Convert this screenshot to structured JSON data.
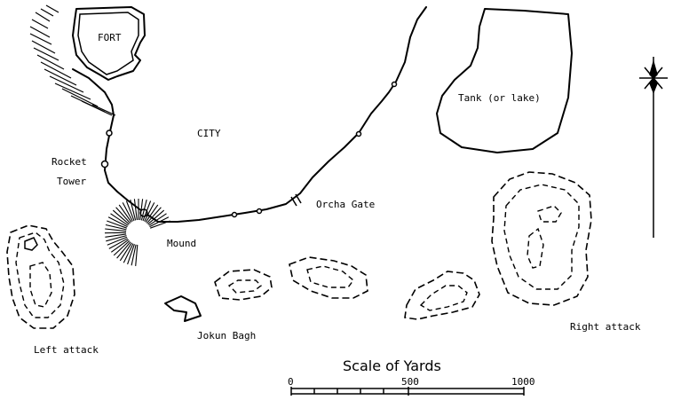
{
  "labels": {
    "fort": "FORT",
    "city": "CITY",
    "tank": "Tank (or lake)",
    "rocket": "Rocket",
    "tower": "Tower",
    "orcha_gate": "Orcha Gate",
    "mound": "Mound",
    "left_attack": "Left attack",
    "jokun_bagh": "Jokun Bagh",
    "right_attack": "Right attack"
  },
  "scale": {
    "title": "Scale of Yards",
    "ticks": [
      "0",
      "500",
      "1000"
    ]
  },
  "compass_icon": "north-arrow-icon"
}
